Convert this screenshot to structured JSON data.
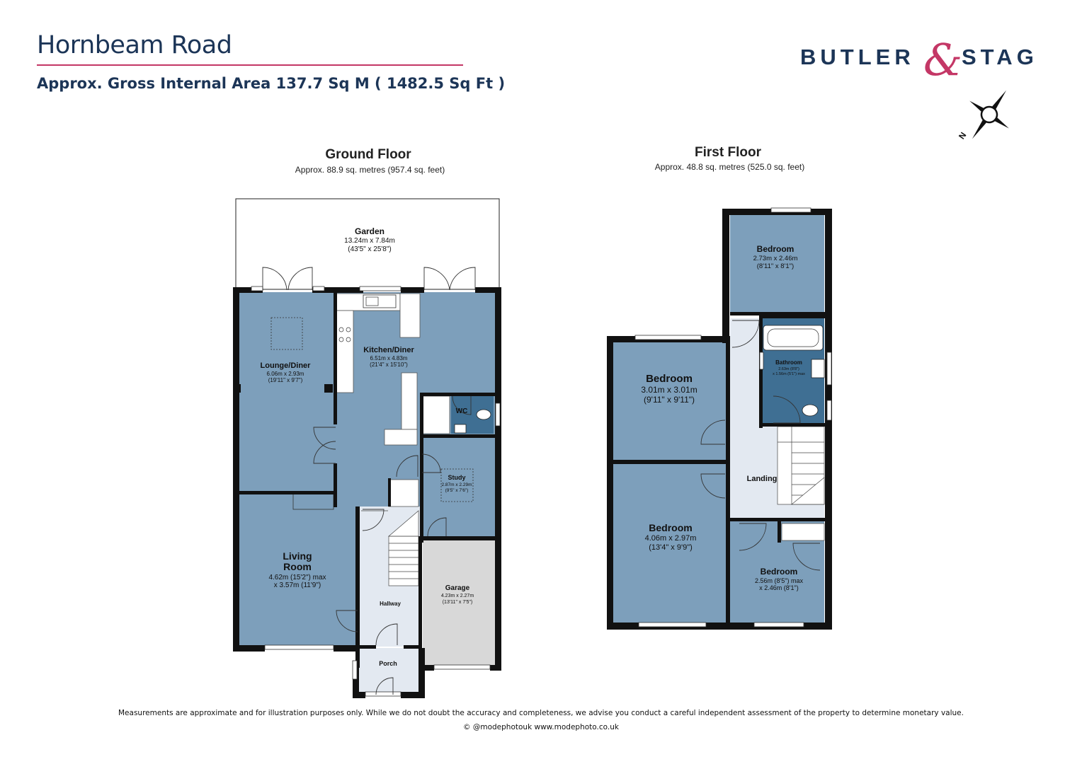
{
  "header": {
    "title": "Hornbeam Road",
    "area": "Approx. Gross Internal Area 137.7 Sq M ( 1482.5 Sq Ft )"
  },
  "brand": {
    "left": "BUTLER",
    "ampersand": "&",
    "right": "STAG",
    "colors": {
      "navy": "#1c3557",
      "pink": "#c43766"
    }
  },
  "compass": {
    "label": "N"
  },
  "floors": {
    "ground": {
      "title": "Ground Floor",
      "area": "Approx. 88.9 sq. metres (957.4 sq. feet)",
      "rooms": {
        "garden": {
          "name": "Garden",
          "dims": "13.24m x 7.84m",
          "imperial": "(43'5\" x 25'8\")"
        },
        "lounge": {
          "name": "Lounge/Diner",
          "dims": "6.06m x 2.93m",
          "imperial": "(19'11\" x 9'7\")"
        },
        "kitchen": {
          "name": "Kitchen/Diner",
          "dims": "6.51m x 4.83m",
          "imperial": "(21'4\" x 15'10\")"
        },
        "wc": {
          "name": "WC"
        },
        "study": {
          "name": "Study",
          "dims": "2.87m x 2.29m",
          "imperial": "(9'5\" x 7'6\")"
        },
        "living": {
          "name1": "Living",
          "name2": "Room",
          "dims": "4.62m (15'2\") max",
          "imperial": "x 3.57m (11'9\")"
        },
        "garage": {
          "name": "Garage",
          "dims": "4.23m x 2.27m",
          "imperial": "(13'11\" x 7'5\")"
        },
        "hallway": {
          "name": "Hallway"
        },
        "porch": {
          "name": "Porch"
        }
      }
    },
    "first": {
      "title": "First Floor",
      "area": "Approx. 48.8 sq. metres (525.0 sq. feet)",
      "rooms": {
        "bed_top": {
          "name": "Bedroom",
          "dims": "2.73m x 2.46m",
          "imperial": "(8'11\" x 8'1\")"
        },
        "bathroom": {
          "name": "Bathroom",
          "dims": "2.63m (8'8\")",
          "imperial": "x 1.56m (5'1\") max"
        },
        "bed_left_top": {
          "name": "Bedroom",
          "dims": "3.01m x 3.01m",
          "imperial": "(9'11\" x 9'11\")"
        },
        "landing": {
          "name": "Landing"
        },
        "bed_left_bottom": {
          "name": "Bedroom",
          "dims": "4.06m x 2.97m",
          "imperial": "(13'4\" x 9'9\")"
        },
        "bed_right_bottom": {
          "name": "Bedroom",
          "dims": "2.56m (8'5\") max",
          "imperial": "x 2.46m (8'1\")"
        }
      }
    }
  },
  "colors": {
    "room": "#7d9fbb",
    "wet": "#3f6f93",
    "hall": "#e3e9f1",
    "garage": "#d8d8d8",
    "wall": "#111111"
  },
  "footer": {
    "disclaimer": "Measurements are approximate and for illustration purposes only.  While we do not doubt the accuracy and completeness, we advise you conduct a careful independent assessment of the property to determine monetary value.",
    "copyright": "© @modephotouk www.modephoto.co.uk"
  }
}
